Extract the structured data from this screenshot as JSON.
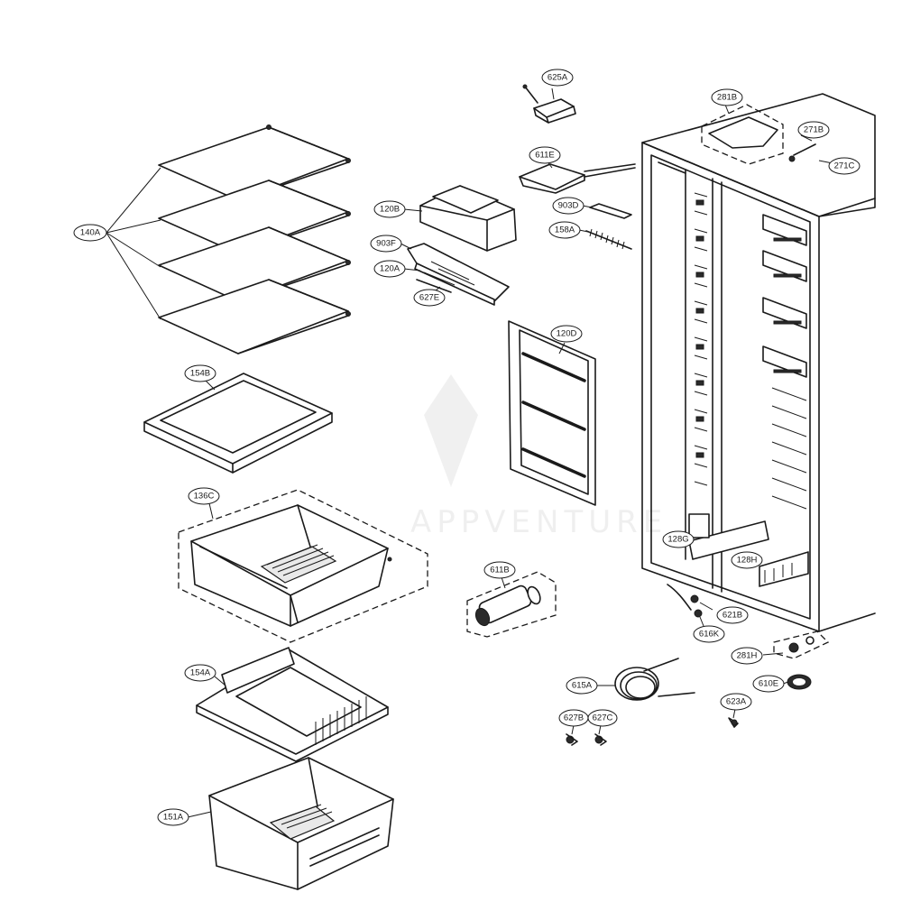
{
  "diagram": {
    "watermark": "APPVENTURE",
    "callouts": {
      "c625A": "625A",
      "c281B": "281B",
      "c271B": "271B",
      "c271C": "271C",
      "c611E": "611E",
      "c120B": "120B",
      "c903D": "903D",
      "c158A": "158A",
      "c903F": "903F",
      "c120A": "120A",
      "c627E": "627E",
      "c140A": "140A",
      "c154B": "154B",
      "c120D": "120D",
      "c136C": "136C",
      "c611B": "611B",
      "c128G": "128G",
      "c128H": "128H",
      "c621B": "621B",
      "c616K": "616K",
      "c281H": "281H",
      "c610E": "610E",
      "c615A": "615A",
      "c623A": "623A",
      "c627B": "627B",
      "c627C": "627C",
      "c154A": "154A",
      "c151A": "151A"
    }
  }
}
